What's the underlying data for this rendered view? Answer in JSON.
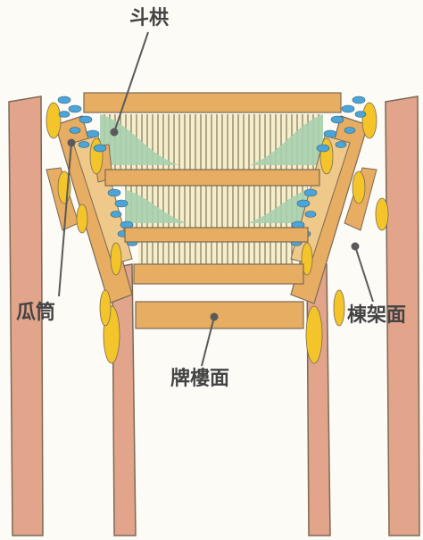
{
  "labels": {
    "top": "斗栱",
    "left": "瓜筒",
    "right": "棟架面",
    "bottom": "牌樓面"
  },
  "colors": {
    "pillar": "#e2a48a",
    "beam": "#e6ad63",
    "beam_light": "#efc98a",
    "bracket_yellow": "#f3c52a",
    "bracket_blue": "#4aa6d8",
    "bracket_green": "#a9cfae",
    "panel": "#f5eecb",
    "line": "#7a6a55",
    "pointer": "#5a5a5a"
  }
}
